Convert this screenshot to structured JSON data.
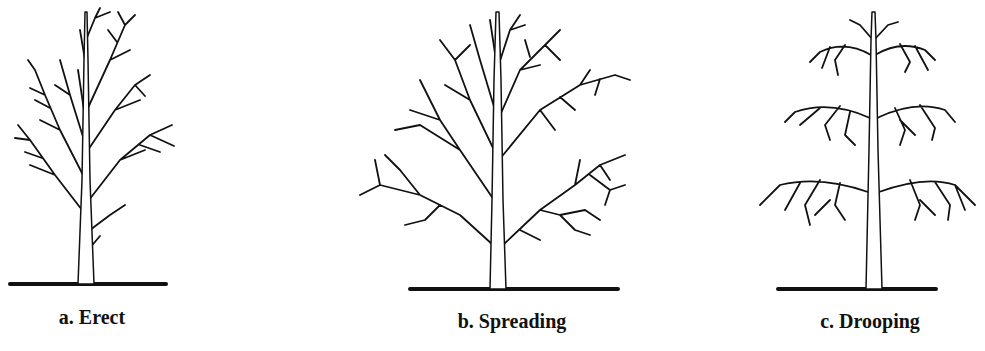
{
  "diagram": {
    "labels": [
      "a. Erect",
      "b. Spreading",
      "c. Drooping"
    ]
  }
}
